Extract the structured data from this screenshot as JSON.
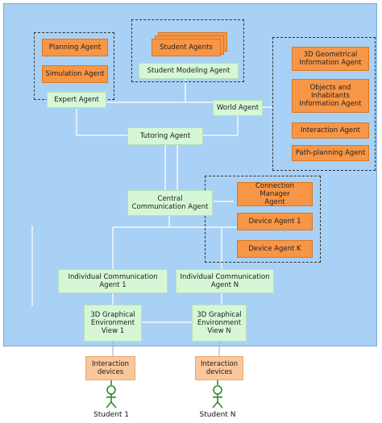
{
  "nodes": {
    "planning_agent": "Planning Agent",
    "simulation_agent": "Simulation Agent",
    "expert_agent": "Expert Agent",
    "student_agents": "Student Agents",
    "student_modeling_agent": "Student Modeling Agent",
    "geo_info_agent": "3D Geometrical\nInformation Agent",
    "objects_info_agent": "Objects and\nInhabitants\nInformation Agent",
    "interaction_agent": "Interaction Agent",
    "path_planning_agent": "Path-planning Agent",
    "world_agent": "World Agent",
    "tutoring_agent": "Tutoring Agent",
    "central_comm_agent": "Central\nCommunication Agent",
    "connection_manager_agent": "Connection Manager\nAgent",
    "device_agent_1": "Device Agent 1",
    "device_agent_k": "Device Agent K",
    "individual_comm_agent_1": "Individual Communication\nAgent 1",
    "individual_comm_agent_n": "Individual Communication\nAgent N",
    "env_view_1": "3D Graphical\nEnvironment\nView 1",
    "env_view_n": "3D Graphical\nEnvironment\nView N",
    "interaction_devices_1": "Interaction\ndevices",
    "interaction_devices_n": "Interaction\ndevices",
    "student_1": "Student 1",
    "student_n": "Student N"
  },
  "colors": {
    "panel": "#a9d1f5",
    "green_box": "#d6f7d6",
    "orange_box": "#f79646",
    "peach_box": "#f9c79b",
    "connector": "#ffffff",
    "actor": "#2a8a2a"
  }
}
